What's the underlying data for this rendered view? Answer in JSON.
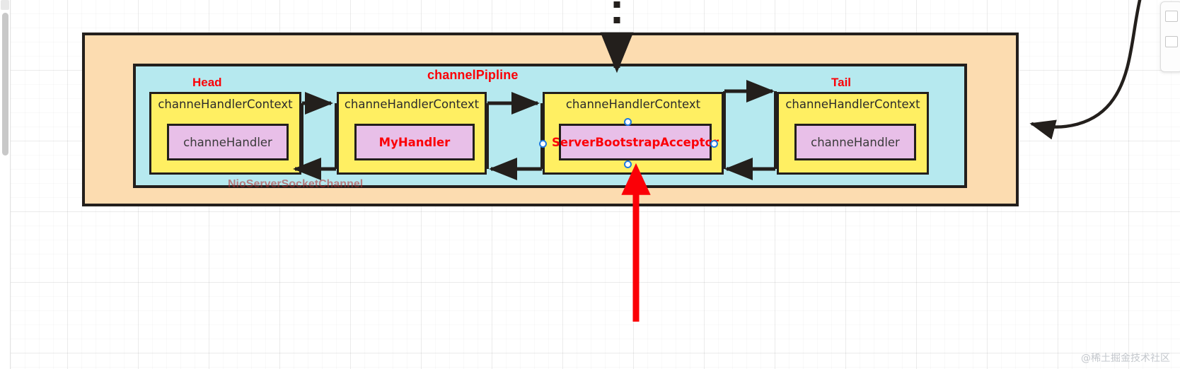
{
  "canvas": {
    "background_color": "#ffffff",
    "grid": "on"
  },
  "diagram": {
    "outer_box": {
      "name": "NioServerSocketChannel",
      "fill_color": "#fcdcb0",
      "border_color": "#231f1c"
    },
    "pipeline_box": {
      "title": "channelPipline",
      "title_color": "#fb0007",
      "fill_color": "#b6e9ef",
      "border_color": "#231f1c"
    },
    "head_label": "Head",
    "tail_label": "Tail",
    "contexts": [
      {
        "id": "head",
        "title": "channeHandlerContext",
        "handler": "channeHandler",
        "handler_highlight": false,
        "selected": false
      },
      {
        "id": "my",
        "title": "channeHandlerContext",
        "handler": "MyHandler",
        "handler_highlight": true,
        "selected": false
      },
      {
        "id": "acceptor",
        "title": "channeHandlerContext",
        "handler": "ServerBootstrapAcceptor",
        "handler_highlight": true,
        "selected": true
      },
      {
        "id": "tail",
        "title": "channeHandlerContext",
        "handler": "channeHandler",
        "handler_highlight": false,
        "selected": false
      }
    ],
    "colors": {
      "context_fill": "#ffef62",
      "handler_fill": "#e8bfe8",
      "accent_red": "#fb0007",
      "stroke": "#231f1c",
      "selection_handle": "#1f7ae0",
      "pointer_arrow": "#fb0007"
    },
    "annotations": [
      {
        "name": "dashed-inbound-arrow",
        "direction": "down",
        "style": "dashed",
        "color": "#231f1c"
      },
      {
        "name": "red-pointer-arrow",
        "direction": "up",
        "style": "solid",
        "color": "#fb0007"
      },
      {
        "name": "curved-callout-arrow",
        "direction": "left",
        "style": "solid",
        "color": "#231f1c"
      }
    ]
  },
  "watermark": "@稀土掘金技术社区"
}
